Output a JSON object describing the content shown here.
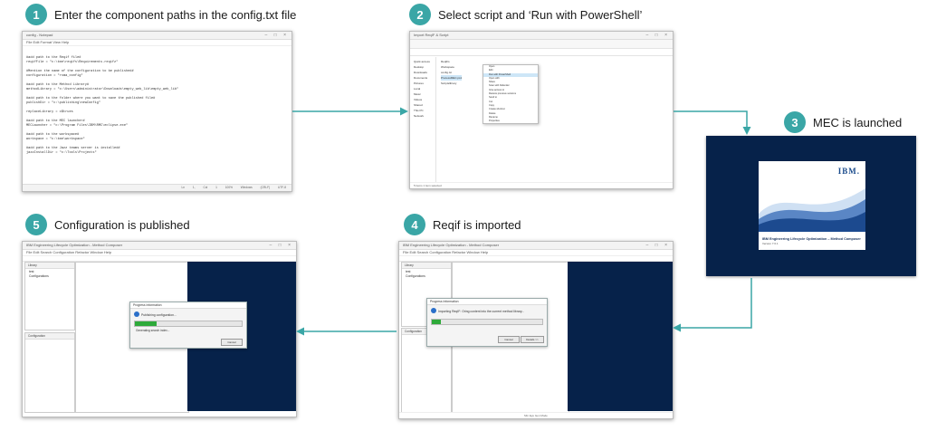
{
  "steps": [
    {
      "number": "1",
      "label": "Enter the component paths in the config.txt file"
    },
    {
      "number": "2",
      "label": "Select script and ‘Run with PowerShell’"
    },
    {
      "number": "3",
      "label": "MEC is launched"
    },
    {
      "number": "4",
      "label": "Reqif is imported"
    },
    {
      "number": "5",
      "label": "Configuration is published"
    }
  ],
  "notepad": {
    "title": "config - Notepad",
    "menu": "File  Edit  Format  View  Help",
    "lines": [
      "",
      "#add path to the Reqif file#",
      "reqifFile = \"c:\\tme\\reqifs\\Requirements.reqifz\"",
      "",
      "#Mention the name of the configuration to be published#",
      "configuration = \"rsma_config\"",
      "",
      "#add path to the Method Library#",
      "methodLibrary = \"c:\\Users\\administrator\\Downloads\\empty_web_lib\\empty_web_lib\"",
      "",
      "#add path to the folder where you want to save the published file#",
      "publishDir = \"c:\\publishing\\newConfig\"",
      "",
      "replaceLibrary = c$trues",
      "",
      "#add path to the MEC launcher#",
      "MECLauncher = \"c:\\Program Files\\IBM\\RMC\\eclipse.exe\"",
      "",
      "#add path to the workspace#",
      "workspace = \"c:\\tme\\workspace\"",
      "",
      "#add path to the Jazz teams server is installed#",
      "jazzInstallDir = \"c:\\Tools\\Projects\""
    ],
    "status": "Ln 1, Col 1   100%   Windows (CRLF)   UTF-8"
  },
  "explorer": {
    "title": "Import ReqIF & Script",
    "sidebar": [
      "Quick access",
      "Desktop",
      "Downloads",
      "Documents",
      "Pictures",
      "Local",
      "Music",
      "Videos",
      "Shared",
      "This PC",
      "Network"
    ],
    "files": [
      "ReqIFs",
      "Workspace",
      "config.txt",
      "ProcessMEC.ps1",
      "Scriptslibrary"
    ],
    "menu": [
      "Open",
      "Edit",
      "Run with PowerShell",
      "Open with",
      "Share",
      "Scan with Defender",
      "Give access to",
      "Restore previous versions",
      "Send to",
      "Cut",
      "Copy",
      "Create shortcut",
      "Delete",
      "Rename",
      "Properties"
    ],
    "status": "5 items   1 item selected"
  },
  "splash": {
    "logo": "IBM.",
    "title": "IBM Engineering Lifecycle Optimization – Method Composer",
    "version": "Version 7.6.1"
  },
  "mec4": {
    "title": "IBM Engineering Lifecycle Optimization - Method Composer",
    "menu": "File  Edit  Search  Configuration  Refactor  Window  Help",
    "library": "Library",
    "tree": [
      "test",
      "Configurations"
    ],
    "config_pane": "Configuration",
    "dialog_title": "Progress Information",
    "dialog_msg": "Importing ReqIF: Oring content into the current method library...",
    "cancel": "Cancel",
    "details": "Details >>",
    "progress": 0.08,
    "status": "Min Eye Gen Mode"
  },
  "mec5": {
    "title": "IBM Engineering Lifecycle Optimization - Method Composer",
    "menu": "File  Edit  Search  Configuration  Refactor  Window  Help",
    "library": "Library",
    "tree": [
      "test",
      "Configurations"
    ],
    "config_pane": "Configuration",
    "dialog_title": "Progress Information",
    "dialog_msg": "Publishing configuration...",
    "dialog_sub": "Generating search index...",
    "cancel": "Cancel",
    "progress": 0.2
  },
  "colors": {
    "badge": "#3aa6a6",
    "arrow": "#3aa6a6",
    "navy": "#06224a",
    "progress": "#2eaa3a"
  }
}
